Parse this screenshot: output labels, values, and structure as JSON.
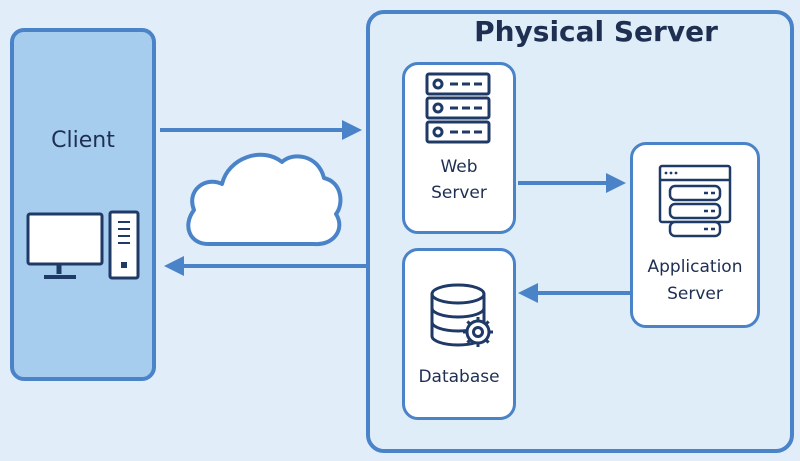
{
  "diagram": {
    "title": "Physical Server",
    "client": {
      "label": "Client",
      "icon": "desktop-computer-icon"
    },
    "web_server": {
      "label_line1": "Web",
      "label_line2": "Server",
      "icon": "server-rack-icon"
    },
    "application_server": {
      "label_line1": "Application",
      "label_line2": "Server",
      "icon": "application-server-icon"
    },
    "database": {
      "label": "Database",
      "icon": "database-gear-icon"
    },
    "network": {
      "icon": "cloud-icon"
    },
    "colors": {
      "background": "#e1eefa",
      "accent": "#4a83c8",
      "client_fill": "#a6ccee",
      "icon_stroke": "#1f3a66",
      "text": "#1e2f52"
    }
  }
}
